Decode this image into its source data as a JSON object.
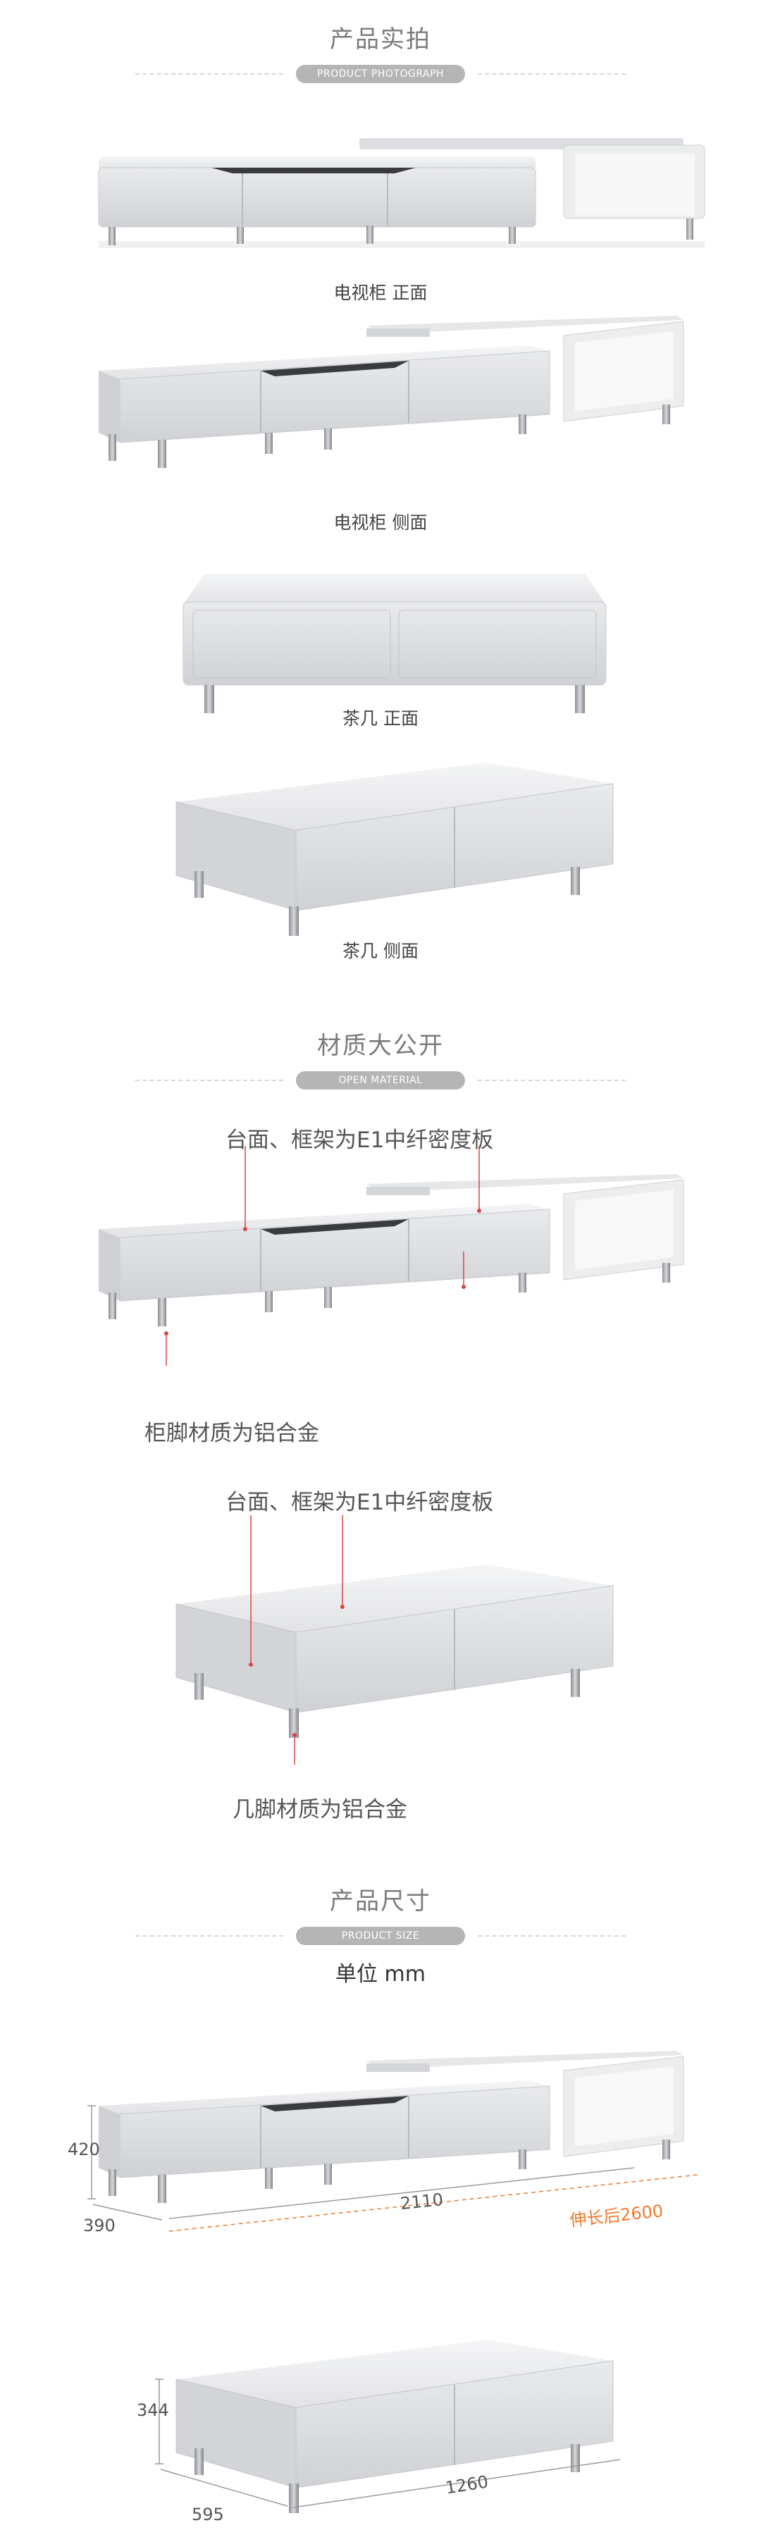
{
  "section_photo": {
    "title": "产品实拍",
    "subtitle": "PRODUCT PHOTOGRAPH",
    "captions": [
      "电视柜 正面",
      "电视柜 侧面",
      "茶几 正面",
      "茶几 侧面"
    ]
  },
  "section_material": {
    "title": "材质大公开",
    "subtitle": "OPEN MATERIAL",
    "tv_top_note": "台面、框架为E1中纤密度板",
    "tv_leg_note": "柜脚材质为铝合金",
    "table_top_note": "台面、框架为E1中纤密度板",
    "table_leg_note": "几脚材质为铝合金"
  },
  "section_size": {
    "title": "产品尺寸",
    "subtitle": "PRODUCT SIZE",
    "unit": "单位 mm",
    "tv_height": "420",
    "tv_depth": "390",
    "tv_length": "2110",
    "tv_extended": "伸长后2600",
    "table_height": "344",
    "table_depth": "595",
    "table_length": "1260"
  },
  "colors": {
    "accent": "#ee7b2f",
    "pill": "#b5b5b5",
    "furniture": "#e3e4e6",
    "marker": "#d94545"
  }
}
